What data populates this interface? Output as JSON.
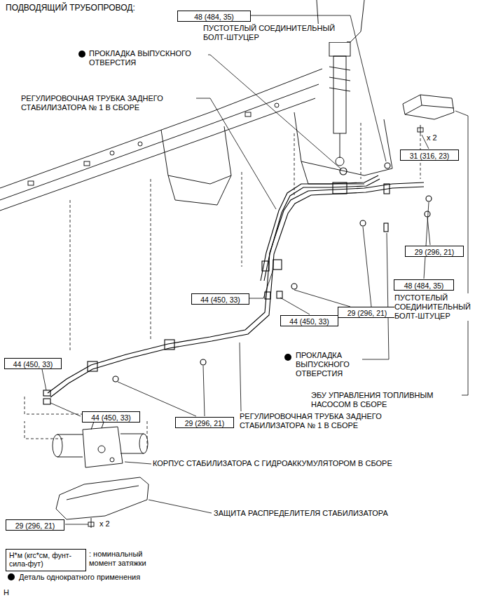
{
  "diagram": {
    "title": "ПОДВОДЯЩИЙ ТРУБОПРОВОД:",
    "nodes": [
      {
        "text": [
          "48 (484, 35)"
        ]
      },
      {
        "text": [
          "31 (316, 23)"
        ]
      },
      {
        "text": [
          "29 (296, 21)"
        ]
      },
      {
        "text": [
          "48 (484, 35)"
        ]
      },
      {
        "text": [
          "44 (450, 33)"
        ]
      },
      {
        "text": [
          "29 (296, 21)"
        ]
      },
      {
        "text": [
          "44 (450, 33)"
        ]
      },
      {
        "text": [
          "44 (450, 33)"
        ]
      },
      {
        "text": [
          "44 (450, 33)"
        ]
      },
      {
        "text": [
          "29 (296, 21)"
        ]
      },
      {
        "text": [
          "29 (296, 21)"
        ]
      },
      {
        "text": [
          "Н*м (кгс*см, фунт-сила-фут)"
        ]
      }
    ],
    "labels": [
      "ПУСТОТЕЛЫЙ СОЕДИНИТЕЛЬНЫЙ БОЛТ-ШТУЦЕР",
      "ПРОКЛАДКА ВЫПУСКНОГО ОТВЕРСТИЯ",
      "РЕГУЛИРОВОЧНАЯ ТРУБКА ЗАДНЕГО СТАБИЛИЗАТОРА № 1 В СБОРЕ",
      "x 2",
      "ПУСТОТЕЛЫЙ СОЕДИНИТЕЛЬНЫЙ БОЛТ-ШТУЦЕР",
      "ПРОКЛАДКА ВЫПУСКНОГО ОТВЕРСТИЯ",
      "ЭБУ УПРАВЛЕНИЯ ТОПЛИВНЫМ НАСОСОМ В СБОРЕ",
      "РЕГУЛИРОВОЧНАЯ ТРУБКА ЗАДНЕГО СТАБИЛИЗАТОРА № 1 В СБОРЕ",
      "КОРПУС СТАБИЛИЗАТОРА С ГИДРОАККУМУЛЯТОРОМ В СБОРЕ",
      "ЗАЩИТА РАСПРЕДЕЛИТЕЛЯ СТАБИЛИЗАТОРА",
      "x 2",
      "H"
    ],
    "legend": [
      {
        "text": ": номинальный момент затяжки"
      },
      {
        "text": "Деталь однократного применения"
      }
    ]
  }
}
